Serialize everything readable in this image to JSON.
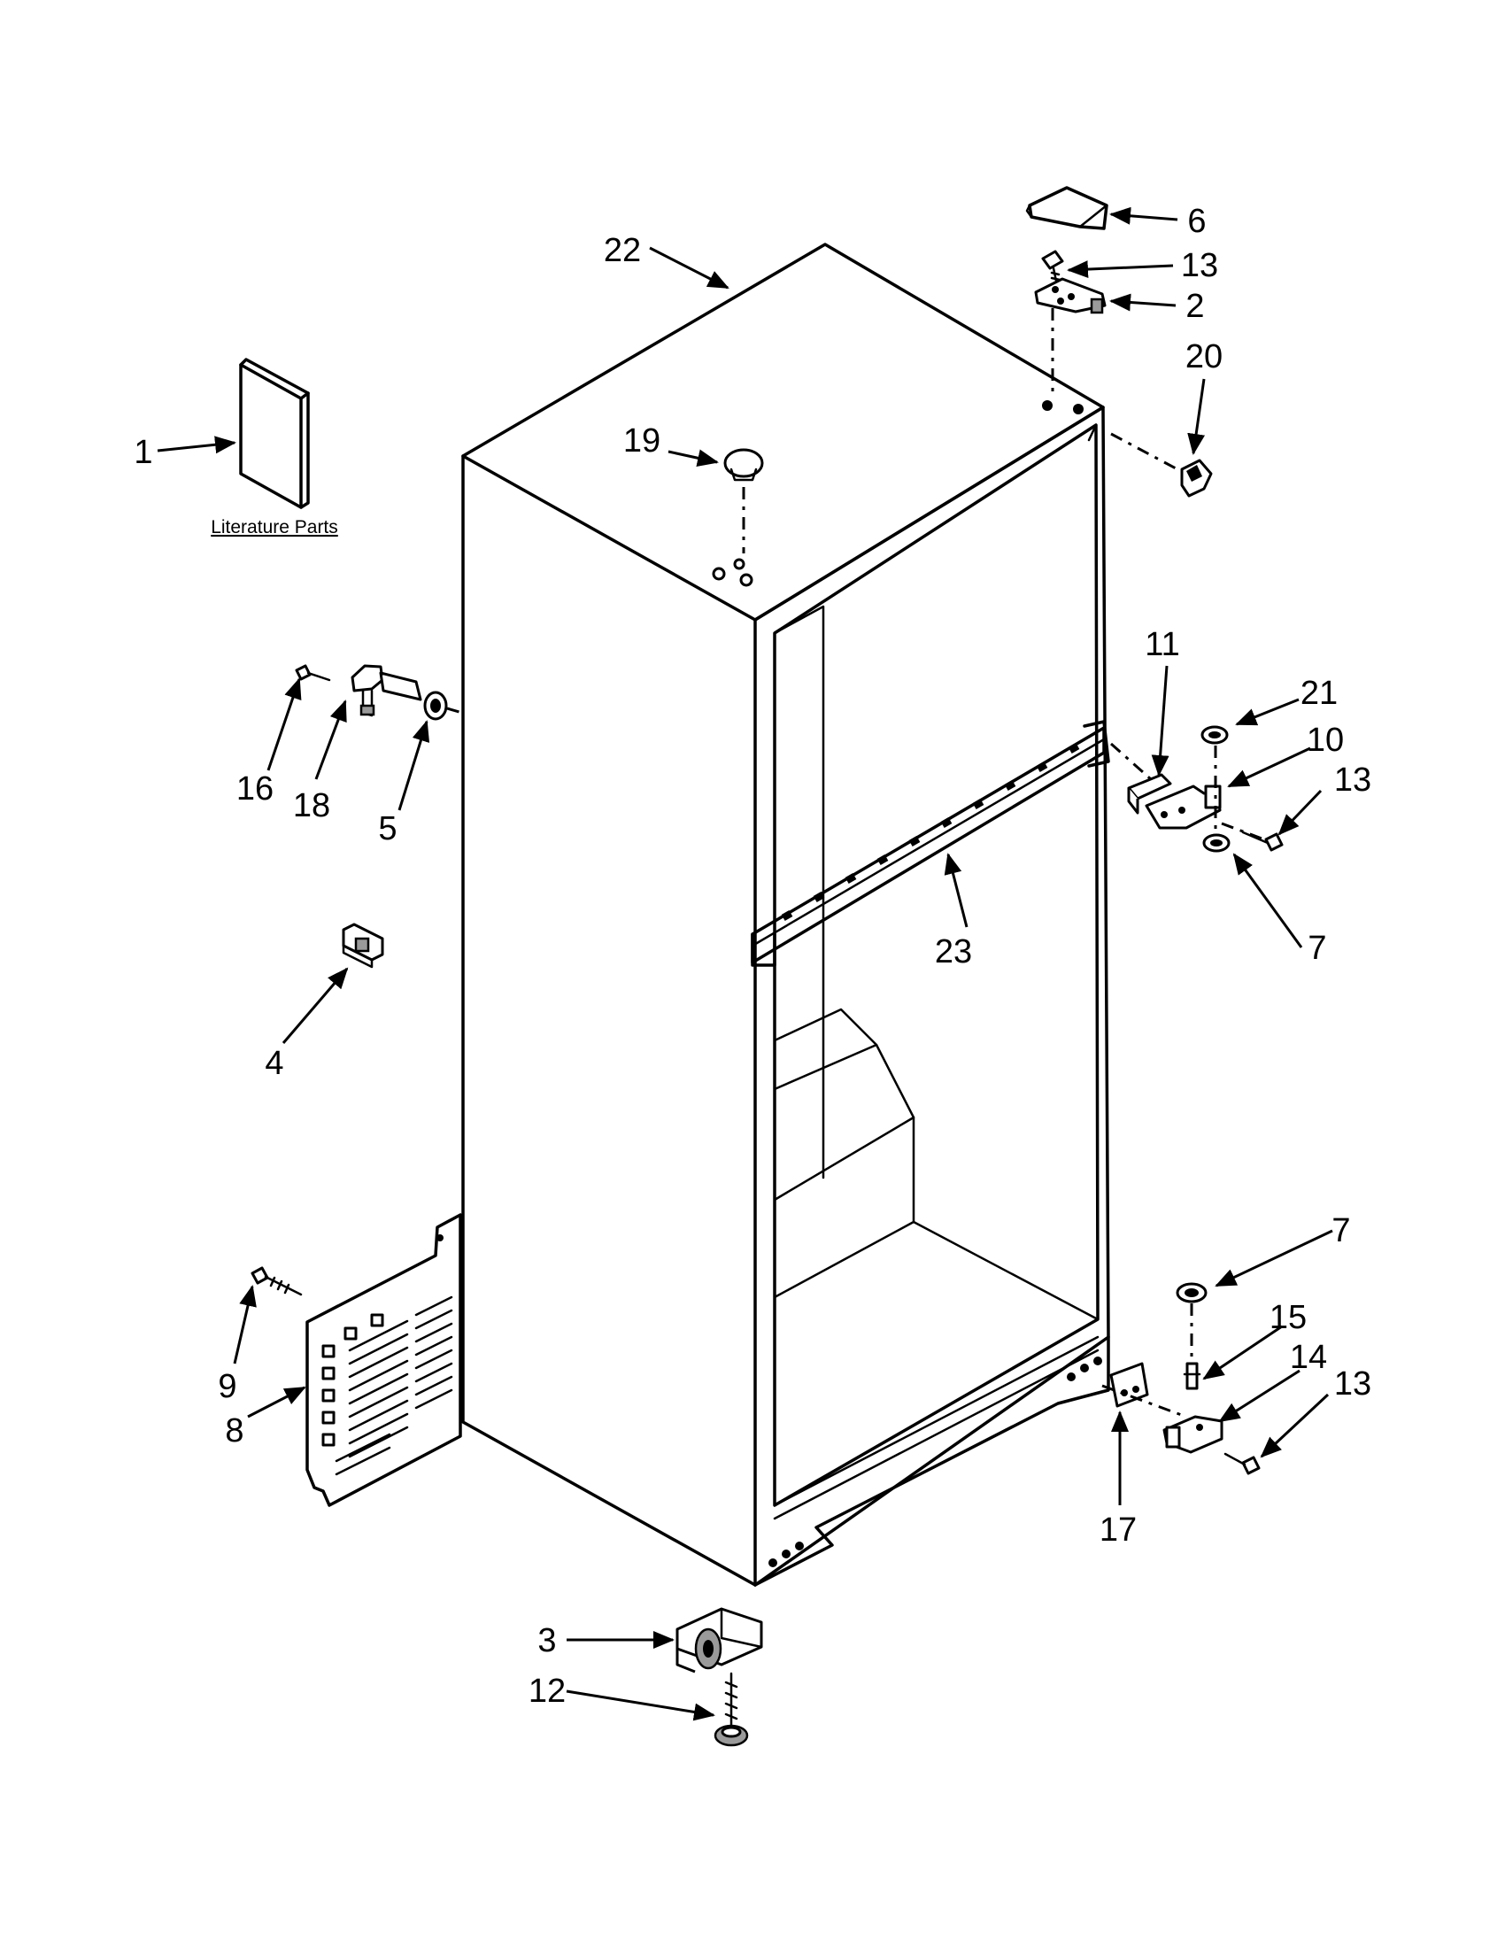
{
  "caption": "Literature Parts",
  "callouts": [
    {
      "key": "c1",
      "text": "1"
    },
    {
      "key": "c2",
      "text": "2"
    },
    {
      "key": "c3",
      "text": "3"
    },
    {
      "key": "c4",
      "text": "4"
    },
    {
      "key": "c5",
      "text": "5"
    },
    {
      "key": "c6",
      "text": "6"
    },
    {
      "key": "c7a",
      "text": "7"
    },
    {
      "key": "c7b",
      "text": "7"
    },
    {
      "key": "c8",
      "text": "8"
    },
    {
      "key": "c9",
      "text": "9"
    },
    {
      "key": "c10",
      "text": "10"
    },
    {
      "key": "c11",
      "text": "11"
    },
    {
      "key": "c12",
      "text": "12"
    },
    {
      "key": "c13a",
      "text": "13"
    },
    {
      "key": "c13b",
      "text": "13"
    },
    {
      "key": "c13c",
      "text": "13"
    },
    {
      "key": "c14",
      "text": "14"
    },
    {
      "key": "c15",
      "text": "15"
    },
    {
      "key": "c16",
      "text": "16"
    },
    {
      "key": "c17",
      "text": "17"
    },
    {
      "key": "c18",
      "text": "18"
    },
    {
      "key": "c19",
      "text": "19"
    },
    {
      "key": "c20",
      "text": "20"
    },
    {
      "key": "c21",
      "text": "21"
    },
    {
      "key": "c22",
      "text": "22"
    },
    {
      "key": "c23",
      "text": "23"
    }
  ]
}
